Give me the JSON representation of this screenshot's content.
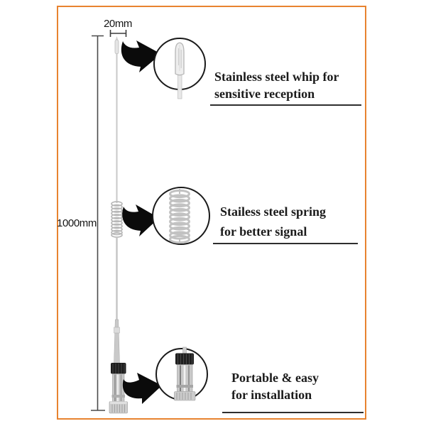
{
  "figure": {
    "type": "annotated-product-diagram"
  },
  "dimensions": {
    "width_label": "20mm",
    "height_label": "1000mm"
  },
  "callouts": {
    "whip": {
      "line1": "Stainless steel whip for",
      "line2": "sensitive reception"
    },
    "spring": {
      "line1": "Stailess steel spring",
      "line2": "for better signal"
    },
    "base": {
      "line1": "Portable & easy",
      "line2": "for installation"
    }
  },
  "colors": {
    "frame_border": "#E8832F",
    "background": "#FFFFFF",
    "text": "#1B1B1B",
    "dimension_line": "#4A4A4A",
    "arrow": "#0B0B0B",
    "circle_outline": "#1A1A1A",
    "metal_light": "#E6E6E6",
    "metal_mid": "#C6C6C6",
    "metal_dark": "#8E8E8E",
    "black_component": "#1D1D1D",
    "spring_coil": "#C0C0C0"
  },
  "icons": {
    "arrow": "curved-black-arrow",
    "circle": "zoom-callout-circle"
  }
}
